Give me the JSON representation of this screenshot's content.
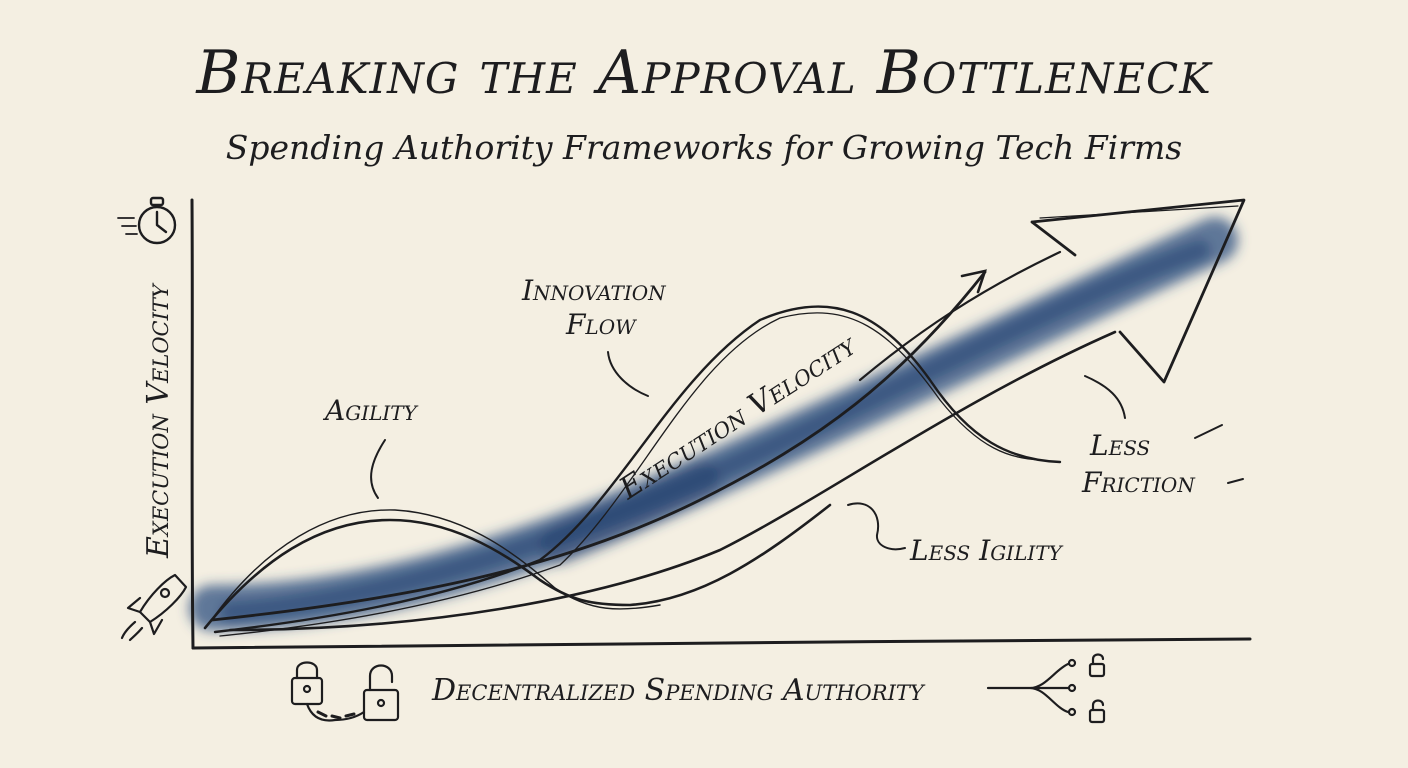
{
  "title": "Breaking the Approval Bottleneck",
  "subtitle": "Spending Authority Frameworks for Growing Tech Firms",
  "axes": {
    "y_label": "Execution Velocity",
    "x_label": "Decentralized Spending Authority"
  },
  "annotations": {
    "agility": "Agility",
    "innovation_flow_line1": "Innovation",
    "innovation_flow_line2": "Flow",
    "execution_velocity": "Execution Velocity",
    "less_friction_line1": "Less",
    "less_friction_line2": "Friction",
    "less_igility": "Less Igility"
  },
  "icons": {
    "y_top": "stopwatch-icon",
    "y_bottom": "rocket-icon",
    "x_left": "locked-padlocks-icon",
    "x_right": "branching-unlocked-icon"
  },
  "colors": {
    "paper": "#f4efe2",
    "ink": "#1d1d1f",
    "watercolor_blue": "#2e4f80"
  }
}
